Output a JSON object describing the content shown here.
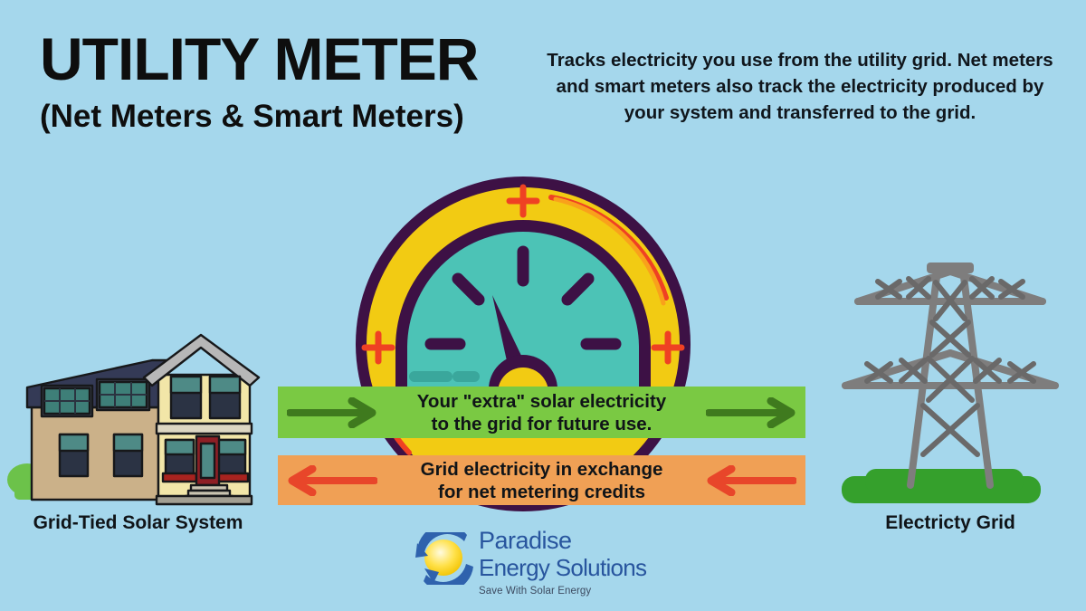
{
  "page": {
    "background_color": "#a5d7ec"
  },
  "header": {
    "title": "UTILITY METER",
    "subtitle": "(Net Meters & Smart Meters)",
    "description": "Tracks electricity you use from the utility grid. Net meters and smart meters also track the electricity produced by your system and transferred to the grid."
  },
  "meter": {
    "name": "utility-meter-gauge",
    "colors": {
      "outer_ring": "#3d1145",
      "band": "#f2cb13",
      "face": "#4cc3b6",
      "accent_arc": "#ef4123",
      "accent_arc_2": "#f9a11b",
      "plus": "#ef4123"
    },
    "plus_marks": 3,
    "tick_marks": 5
  },
  "flows": {
    "export": {
      "label": "Your \"extra\" solar electricity\nto the grid for future use.",
      "direction": "right",
      "banner_color": "#7ac943",
      "arrow_color": "#3f7a1e"
    },
    "import": {
      "label": "Grid electricity in exchange\nfor net metering credits",
      "direction": "left",
      "banner_color": "#f0a055",
      "arrow_color": "#e8462a"
    }
  },
  "endpoints": {
    "left": {
      "caption": "Grid-Tied Solar System",
      "icon": "house-with-solar-panels"
    },
    "right": {
      "caption": "Electricty Grid",
      "icon": "transmission-tower"
    }
  },
  "logo": {
    "line1": "Paradise",
    "line2": "Energy Solutions",
    "tagline": "Save With Solar Energy",
    "brand_color": "#28559e",
    "sun_color": "#ffd93b"
  }
}
